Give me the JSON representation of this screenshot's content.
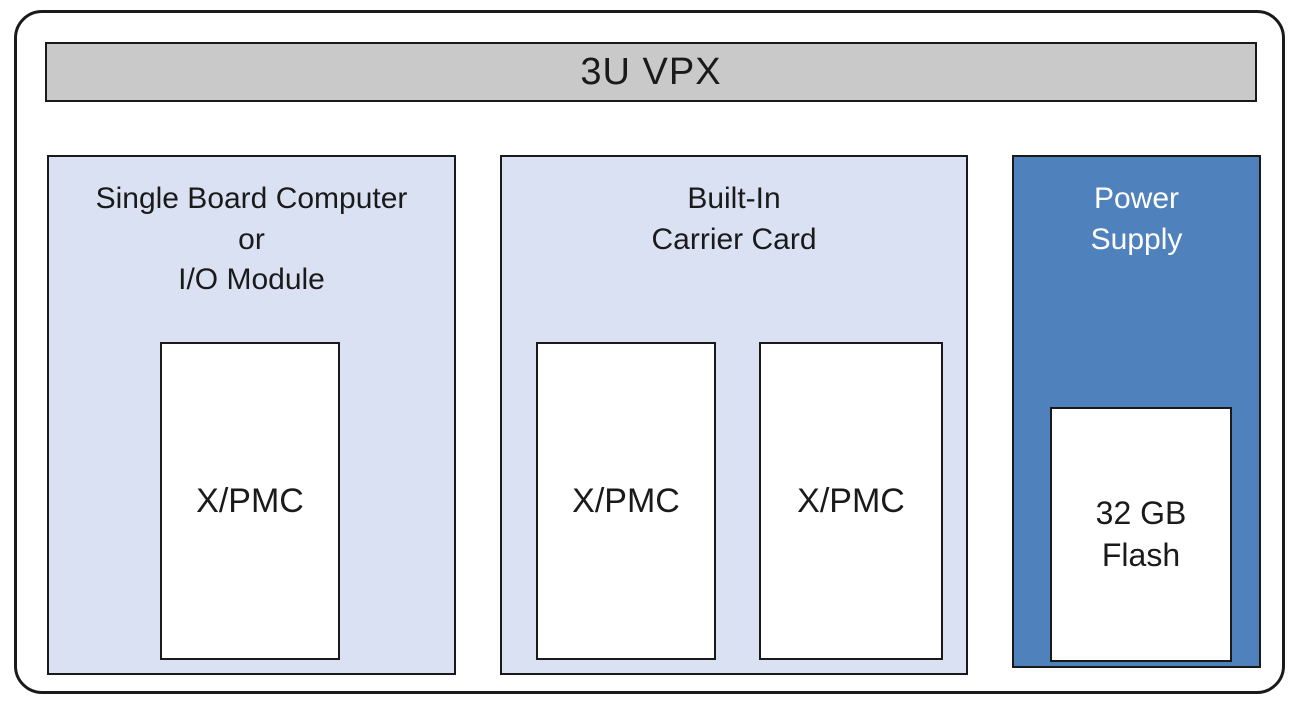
{
  "header": {
    "title": "3U VPX"
  },
  "blocks": {
    "sbc": {
      "line1": "Single Board Computer",
      "line2": "or",
      "line3": "I/O Module",
      "module1": "X/PMC"
    },
    "carrier": {
      "line1": "Built-In",
      "line2": "Carrier Card",
      "module1": "X/PMC",
      "module2": "X/PMC"
    },
    "power": {
      "line1": "Power",
      "line2": "Supply",
      "module1_line1": "32 GB",
      "module1_line2": "Flash"
    }
  },
  "colors": {
    "header_bg": "#c9c9c9",
    "light_block_bg": "#d9e1f2",
    "dark_block_bg": "#4f81bd",
    "dark_block_text": "#ffffff",
    "inner_box_bg": "#ffffff",
    "border": "#1a1a1a",
    "text": "#1a1a1a"
  }
}
